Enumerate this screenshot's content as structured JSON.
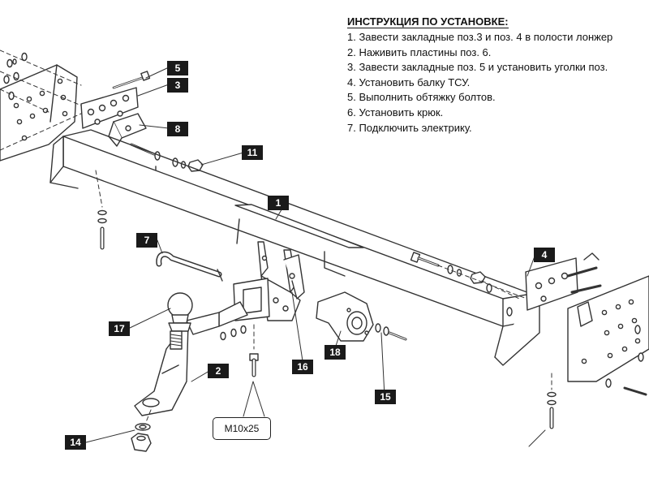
{
  "instructions": {
    "title": "ИНСТРУКЦИЯ ПО УСТАНОВКЕ:",
    "steps": [
      "1. Завести закладные поз.3 и поз. 4 в полости лонжер",
      "2. Наживить пластины поз. 6.",
      "3. Завести закладные поз. 5 и установить уголки поз.",
      "4. Установить балку ТСУ.",
      "5. Выполнить обтяжку болтов.",
      "6. Установить крюк.",
      "7. Подключить электрику."
    ]
  },
  "callouts": {
    "c1": "1",
    "c2": "2",
    "c3": "3",
    "c4": "4",
    "c5": "5",
    "c7": "7",
    "c8": "8",
    "c11": "11",
    "c14": "14",
    "c15": "15",
    "c16": "16",
    "c17": "17",
    "c18": "18"
  },
  "bolt_size_label": "M10x25",
  "colors": {
    "line": "#333333",
    "callout_bg": "#1a1a1a",
    "callout_text": "#ffffff",
    "background": "#ffffff"
  }
}
